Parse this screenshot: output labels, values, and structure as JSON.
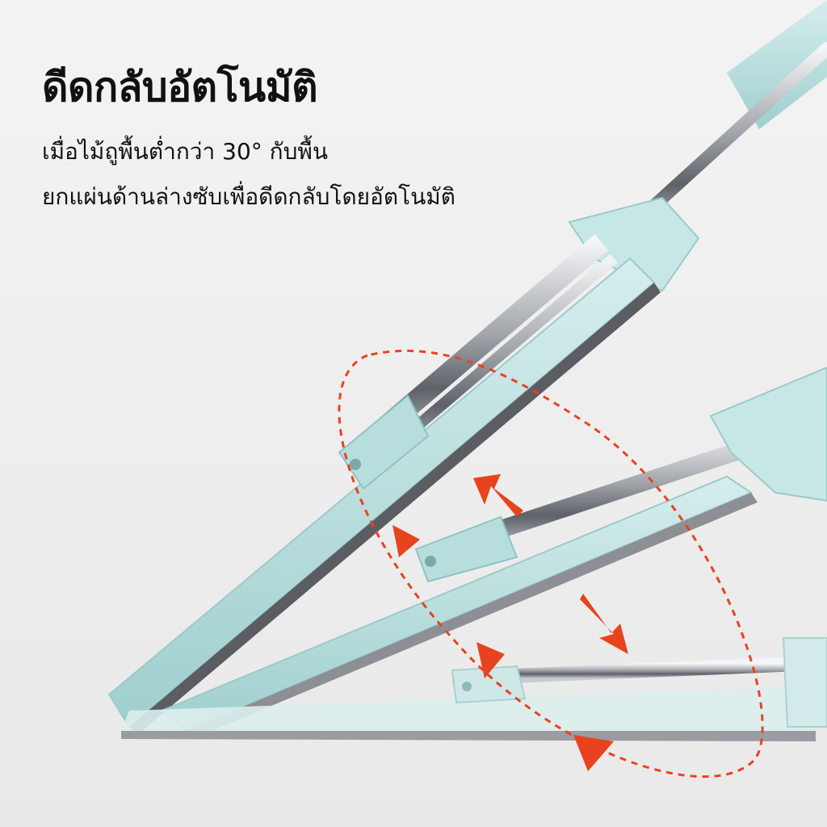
{
  "headline": "ดีดกลับอัตโนมัติ",
  "subtext": {
    "line1": "เมื่อไม้ถูพื้นต่ำกว่า 30° กับพื้น",
    "line2": "ยกแผ่นด้านล่างซับเพื่อดีดกลับโดยอัตโนมัติ"
  },
  "colors": {
    "background": "#efefef",
    "mop_plastic": "#bfe3e2",
    "mop_plastic_dark": "#8fc4c3",
    "steel": "#b9bcc0",
    "pad": "#5b5d63",
    "arrow": "#e8431f"
  }
}
